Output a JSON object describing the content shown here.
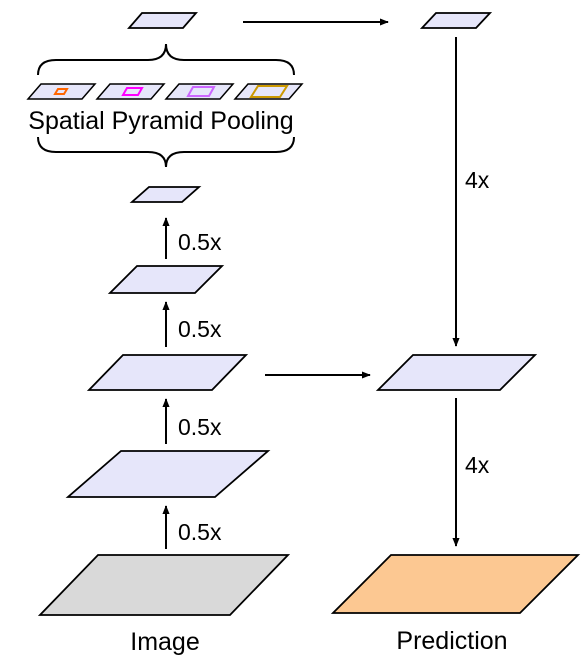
{
  "title": "",
  "labels": {
    "spp": "Spatial Pyramid Pooling",
    "scale_down": "0.5x",
    "scale_up": "4x",
    "input": "Image",
    "output": "Prediction"
  },
  "colors": {
    "feature_map": "#e6e6fa",
    "input_image": "#d9d9d9",
    "prediction": "#fcc892",
    "stroke": "#000000",
    "pool_1": "#ff6600",
    "pool_2": "#ff00ff",
    "pool_3": "#cc66ff",
    "pool_4": "#cc9900"
  }
}
